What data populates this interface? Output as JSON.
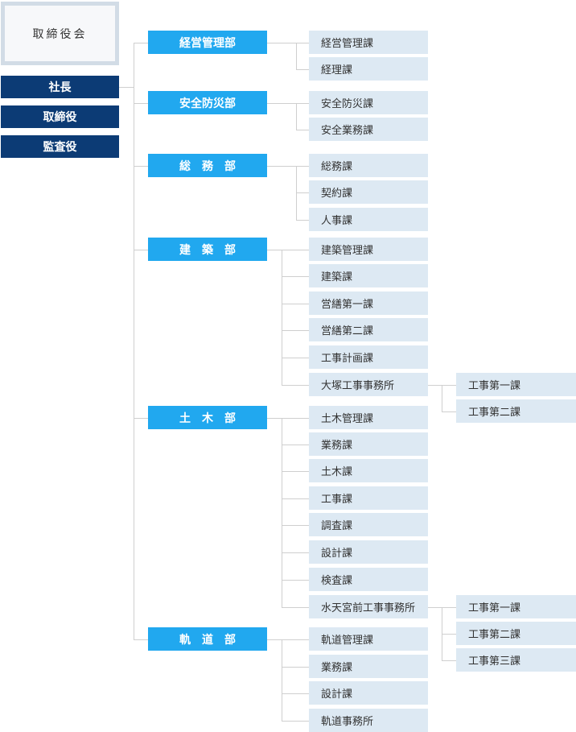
{
  "board": "取締役会",
  "executives": [
    "社長",
    "取締役",
    "監査役"
  ],
  "departments": [
    {
      "name": "経営管理部",
      "sections": [
        {
          "name": "経営管理課"
        },
        {
          "name": "経理課"
        }
      ]
    },
    {
      "name": "安全防災部",
      "sections": [
        {
          "name": "安全防災課"
        },
        {
          "name": "安全業務課"
        }
      ]
    },
    {
      "name": "総　務　部",
      "sections": [
        {
          "name": "総務課"
        },
        {
          "name": "契約課"
        },
        {
          "name": "人事課"
        }
      ]
    },
    {
      "name": "建　築　部",
      "sections": [
        {
          "name": "建築管理課"
        },
        {
          "name": "建築課"
        },
        {
          "name": "営繕第一課"
        },
        {
          "name": "営繕第二課"
        },
        {
          "name": "工事計画課"
        },
        {
          "name": "大塚工事事務所",
          "subs": [
            "工事第一課",
            "工事第二課"
          ]
        }
      ]
    },
    {
      "name": "土　木　部",
      "sections": [
        {
          "name": "土木管理課"
        },
        {
          "name": "業務課"
        },
        {
          "name": "土木課"
        },
        {
          "name": "工事課"
        },
        {
          "name": "調査課"
        },
        {
          "name": "設計課"
        },
        {
          "name": "検査課"
        },
        {
          "name": "水天宮前工事事務所",
          "subs": [
            "工事第一課",
            "工事第二課",
            "工事第三課"
          ]
        }
      ]
    },
    {
      "name": "軌　道　部",
      "sections": [
        {
          "name": "軌道管理課"
        },
        {
          "name": "業務課"
        },
        {
          "name": "設計課"
        },
        {
          "name": "軌道事務所"
        }
      ]
    }
  ]
}
